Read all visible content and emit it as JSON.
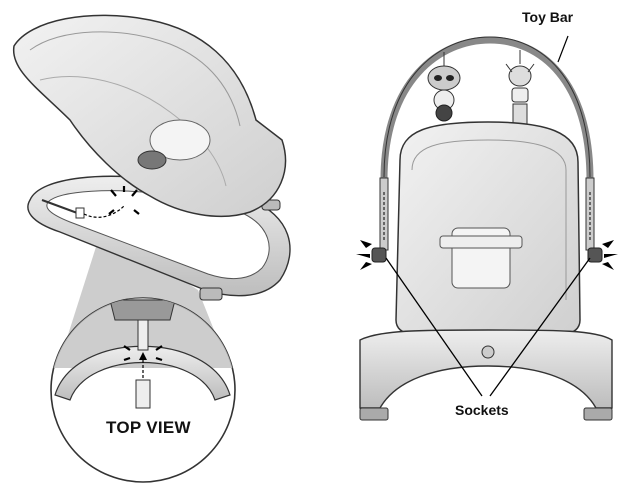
{
  "labels": {
    "toy_bar": "Toy Bar",
    "sockets": "Sockets",
    "top_view": "TOP VIEW"
  },
  "colors": {
    "outline": "#333333",
    "fabric": "#e6e6e6",
    "fabric_shade": "#cfcfcf",
    "frame": "#d9d9d9",
    "zoom_wedge": "#bdbdbd",
    "arrow": "#000000"
  }
}
